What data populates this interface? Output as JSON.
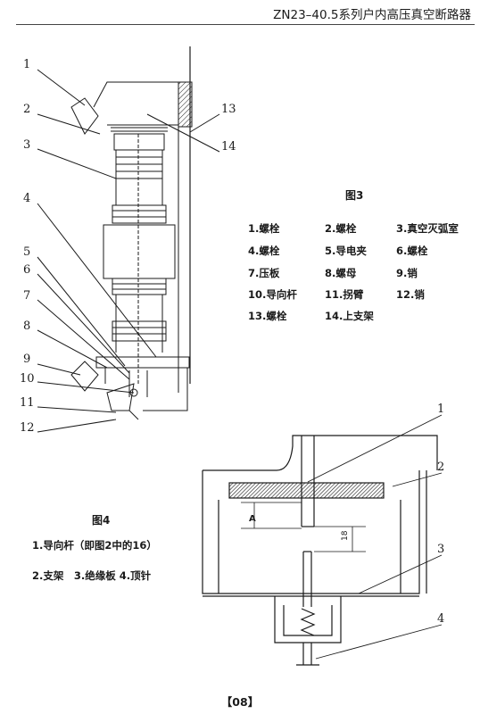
{
  "header": {
    "title": "ZN23–40.5系列户内高压真空断路器"
  },
  "figure3": {
    "caption": "图3",
    "callouts": [
      "1",
      "2",
      "3",
      "4",
      "5",
      "6",
      "7",
      "8",
      "9",
      "10",
      "11",
      "12",
      "13",
      "14"
    ],
    "legend": [
      "1.螺栓",
      "2.螺栓",
      "3.真空灭弧室",
      "4.螺栓",
      "5.导电夹",
      "6.螺栓",
      "7.压板",
      "8.螺母",
      "9.销",
      "10.导向杆",
      "11.拐臂",
      "12.销",
      "13.螺栓",
      "14.上支架"
    ]
  },
  "figure4": {
    "caption": "图4",
    "callouts": [
      "1",
      "2",
      "3",
      "4"
    ],
    "dimension_a": "A",
    "dimension_18": "18",
    "legend_line1": "1.导向杆（即图2中的16）",
    "legend_line2": "2.支架　3.绝缘板  4.顶针"
  },
  "footer": {
    "page_number": "【08】"
  }
}
